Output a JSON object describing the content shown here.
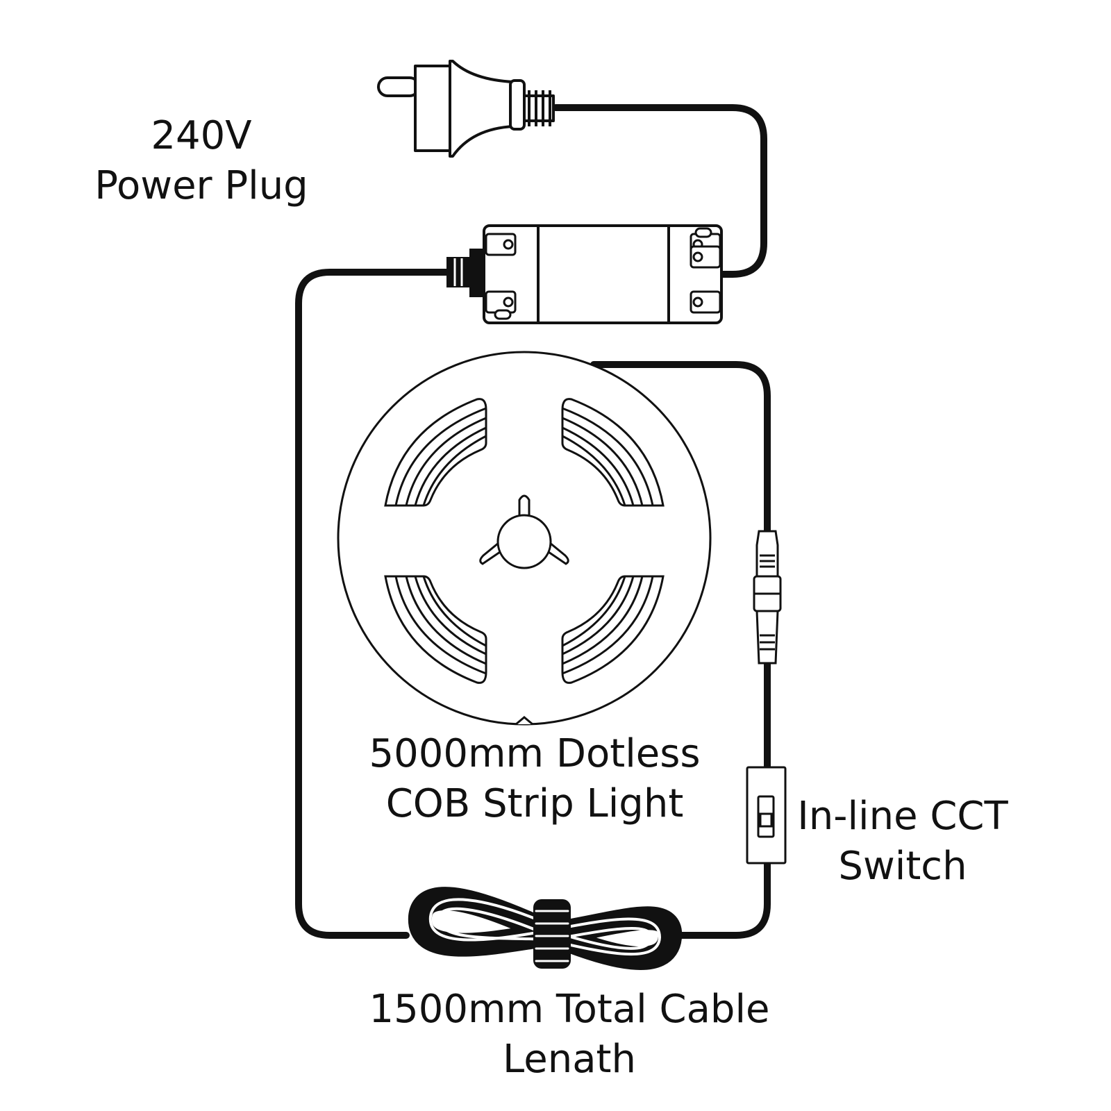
{
  "labels": {
    "power_plug": {
      "line1": "240V",
      "line2": "Power Plug"
    },
    "strip_light": {
      "line1": "5000mm Dotless",
      "line2": "COB Strip Light"
    },
    "cct_switch": {
      "line1": "In-line CCT",
      "line2": "Switch"
    },
    "cable": {
      "line1": "1500mm Total Cable",
      "line2": "Lenath"
    }
  },
  "colors": {
    "line": "#111111",
    "background": "#ffffff"
  }
}
